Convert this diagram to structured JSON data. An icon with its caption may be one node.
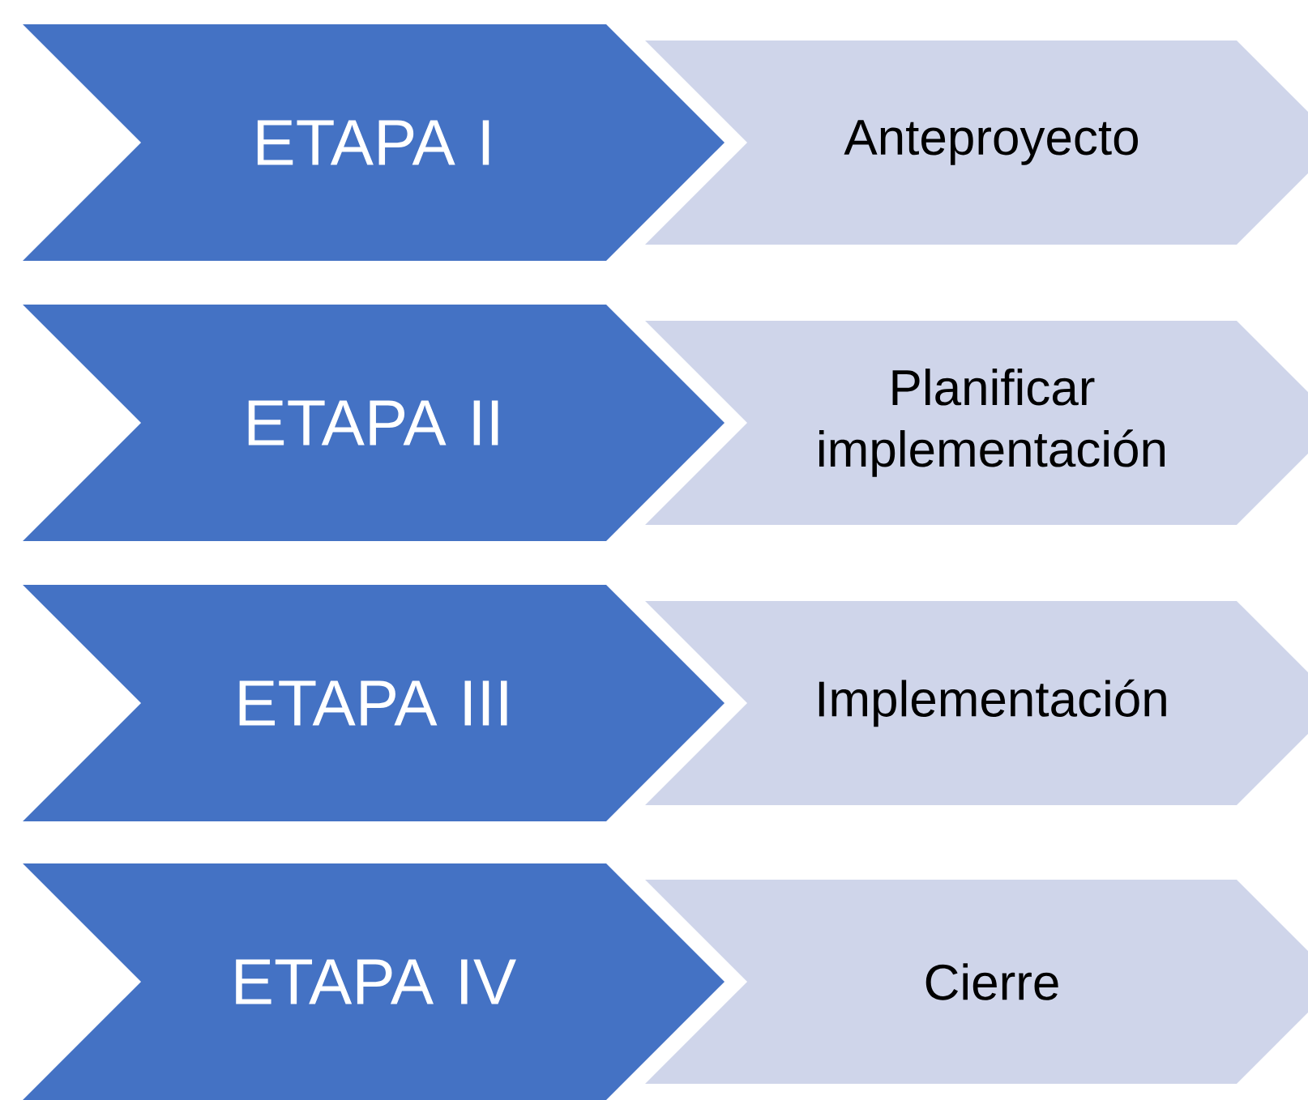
{
  "diagram": {
    "nodes": [
      {
        "text": [
          "ETAPA I"
        ]
      },
      {
        "text": [
          "Anteproyecto"
        ]
      },
      {
        "text": [
          "ETAPA II"
        ]
      },
      {
        "text": [
          "Planificar implementación"
        ]
      },
      {
        "text": [
          "ETAPA III"
        ]
      },
      {
        "text": [
          "Implementación"
        ]
      },
      {
        "text": [
          "ETAPA IV"
        ]
      },
      {
        "text": [
          "Cierre"
        ]
      }
    ]
  }
}
